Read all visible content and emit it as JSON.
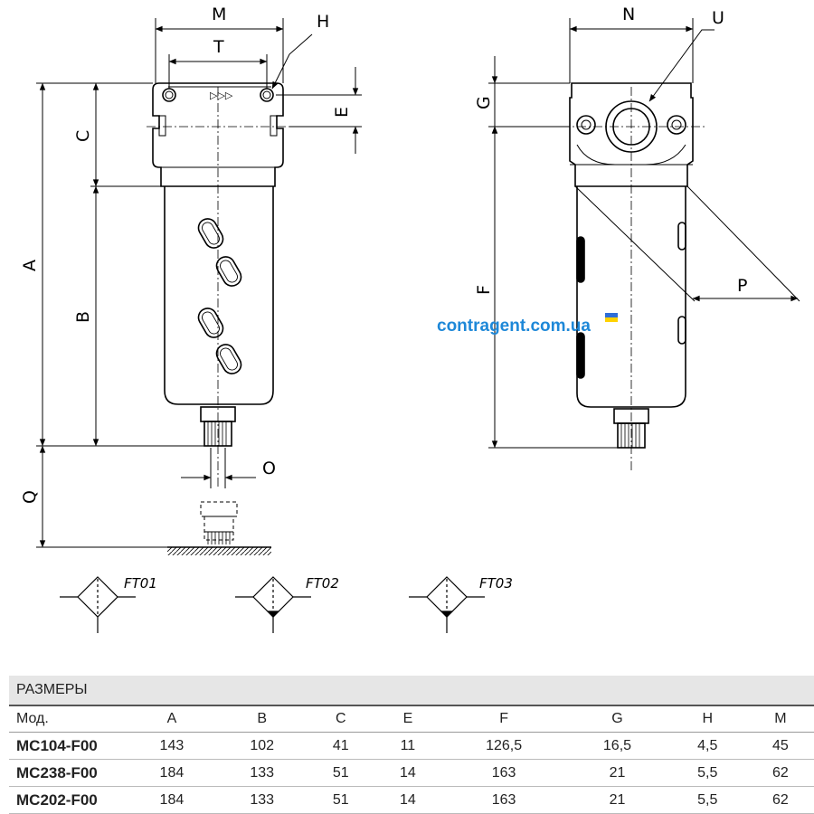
{
  "watermark": "contragent.com.ua",
  "flag_colors": [
    "#2f6ed8",
    "#ffd200"
  ],
  "dimension_labels": {
    "front": [
      "M",
      "T",
      "H",
      "E",
      "C",
      "A",
      "B",
      "Q",
      "O"
    ],
    "side": [
      "N",
      "U",
      "G",
      "F",
      "P"
    ]
  },
  "flow_arrows": "▷▷▷",
  "symbols": [
    "FT01",
    "FT02",
    "FT03"
  ],
  "table": {
    "title": "РАЗМЕРЫ",
    "columns": [
      "Мод.",
      "A",
      "B",
      "C",
      "E",
      "F",
      "G",
      "H",
      "M"
    ],
    "rows": [
      [
        "MC104-F00",
        "143",
        "102",
        "41",
        "11",
        "126,5",
        "16,5",
        "4,5",
        "45"
      ],
      [
        "MC238-F00",
        "184",
        "133",
        "51",
        "14",
        "163",
        "21",
        "5,5",
        "62"
      ],
      [
        "MC202-F00",
        "184",
        "133",
        "51",
        "14",
        "163",
        "21",
        "5,5",
        "62"
      ]
    ]
  }
}
